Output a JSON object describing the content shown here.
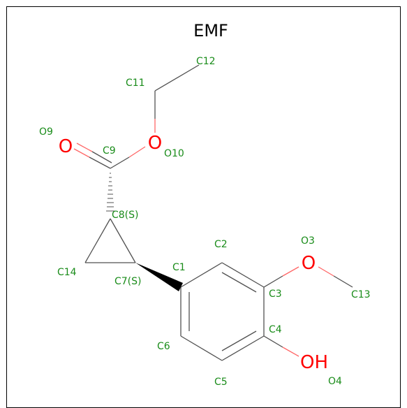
{
  "title": "EMF",
  "colors": {
    "label": "#1a8c1a",
    "oxygen": "#ff0000",
    "bond": "#505050",
    "bond_oxygen": "#ff6666"
  },
  "elements": {
    "o9": "O",
    "o10": "O",
    "o3": "O",
    "oh": "OH"
  },
  "labels": {
    "c1": "C1",
    "c2": "C2",
    "c3": "C3",
    "c4": "C4",
    "c5": "C5",
    "c6": "C6",
    "c7": "C7(S)",
    "c8": "C8(S)",
    "c9": "C9",
    "c11": "C11",
    "c12": "C12",
    "c13": "C13",
    "c14": "C14",
    "o3": "O3",
    "o4": "O4",
    "o9": "O9",
    "o10": "O10"
  }
}
